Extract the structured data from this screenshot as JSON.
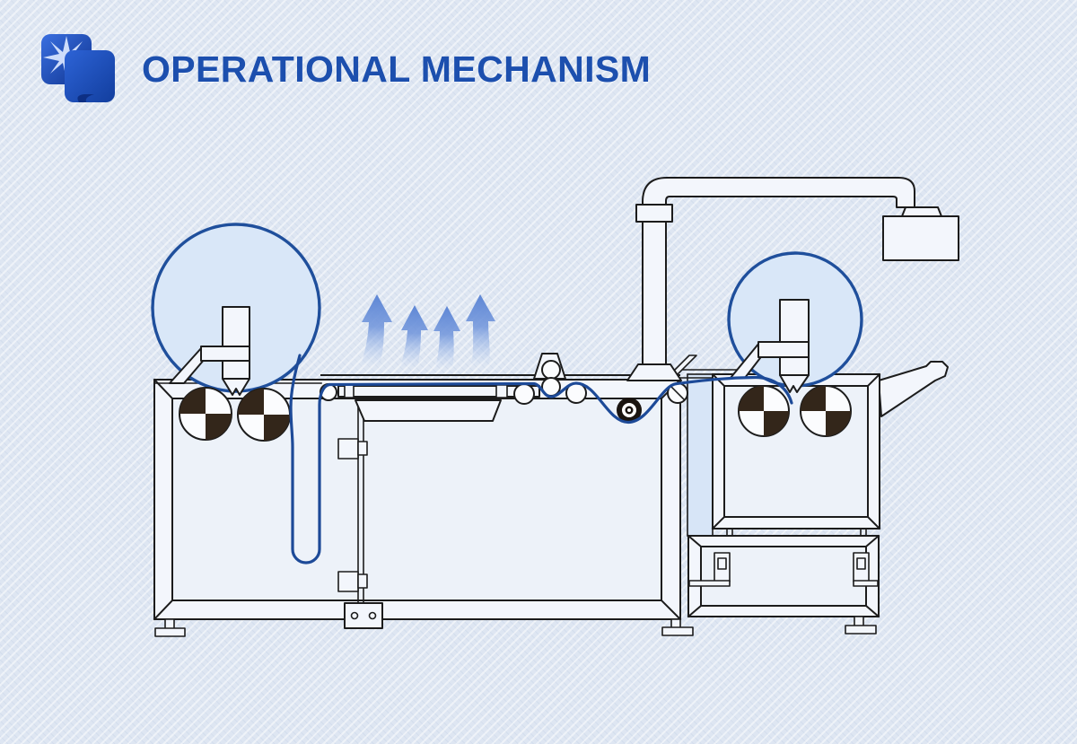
{
  "header": {
    "title": "OPERATIONAL MECHANISM",
    "icon": "film-roll-sparkle-icon"
  },
  "colors": {
    "background": "#dee6f2",
    "title_blue": "#1c4fae",
    "line": "#1c1c1c",
    "web_blue": "#1d4a98",
    "roll_fill": "#d9e7f8",
    "roll_stroke": "#1f4f9c",
    "arrow_blue": "#5d86d5",
    "panel": "#f3f6fc",
    "panel_inner": "#edf2f9",
    "checker_dark": "#33261a",
    "band": "#d7e5f7"
  },
  "diagram": {
    "type": "machine-schematic",
    "components": [
      "unwind-roll",
      "rewind-roll",
      "film-web",
      "registration-rollers",
      "film-funnel",
      "drying-airflow-arrows",
      "heating-table",
      "nip-rollers",
      "tension-pulley",
      "exhaust-duct",
      "exhaust-box",
      "main-frame",
      "rewind-unit",
      "output-chute",
      "leveling-feet"
    ]
  }
}
